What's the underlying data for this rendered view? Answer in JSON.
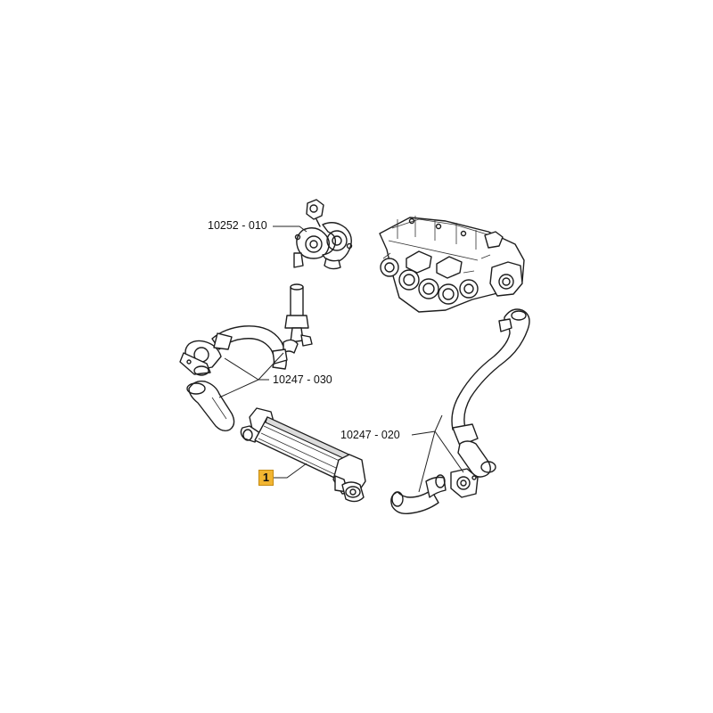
{
  "callouts": {
    "turbocharger": "10252 - 010",
    "upper_hoses": "10247 - 030",
    "right_hoses": "10247 - 020",
    "intercooler_item": "1"
  },
  "colors": {
    "line": "#1e1e1e",
    "highlight": "#f2b531",
    "background": "#ffffff"
  }
}
